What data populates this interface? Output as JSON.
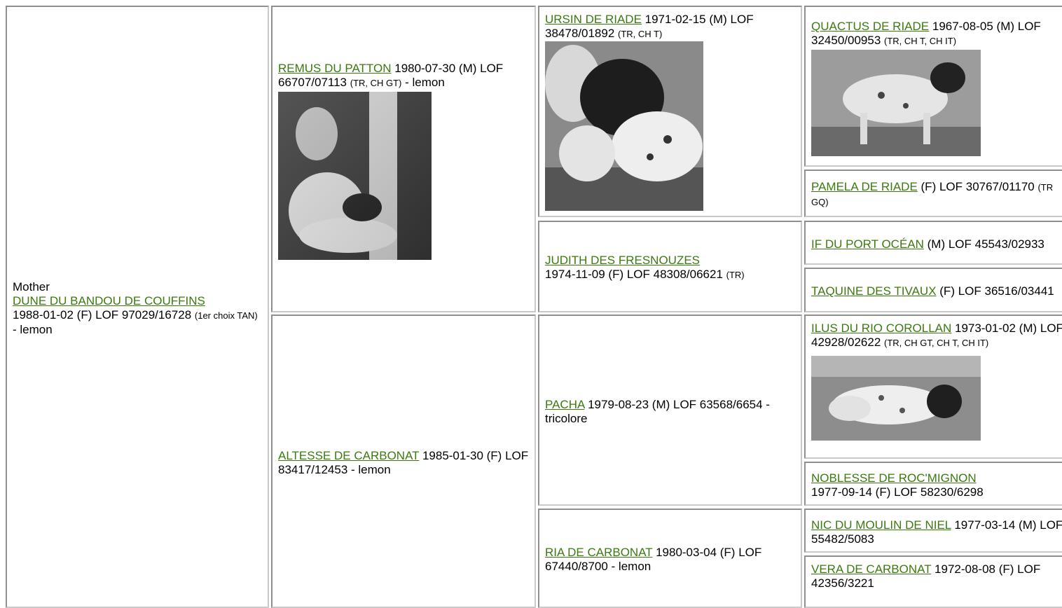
{
  "colors": {
    "link": "#3a7a0e",
    "border": "#8f8f8f"
  },
  "mother": {
    "label": "Mother",
    "name": "DUNE DU BANDOU DE COUFFINS",
    "info": " 1988-01-02 (F) LOF 97029/16728 ",
    "titles": "(1er choix TAN)",
    "color": " - lemon"
  },
  "dogs": {
    "remus": {
      "name": "REMUS DU PATTON",
      "info": " 1980-07-30 (M) LOF 66707/07113 ",
      "titles": "(TR, CH GT)",
      "color": " - lemon",
      "photo": "photo-icon"
    },
    "altesse": {
      "name": "ALTESSE DE CARBONAT",
      "info": " 1985-01-30 (F) LOF 83417/12453 - lemon"
    },
    "ursin": {
      "name": "URSIN DE RIADE",
      "info": " 1971-02-15 (M) LOF 38478/01892 ",
      "titles": "(TR, CH T)",
      "photo": "photo-icon"
    },
    "judith": {
      "name": "JUDITH DES FRESNOUZES",
      "info": " 1974-11-09 (F) LOF 48308/06621 ",
      "titles": "(TR)"
    },
    "pacha": {
      "name": "PACHA",
      "info": " 1979-08-23 (M) LOF 63568/6654 - tricolore"
    },
    "ria": {
      "name": "RIA DE CARBONAT",
      "info": " 1980-03-04 (F) LOF 67440/8700 - lemon"
    },
    "quactus": {
      "name": "QUACTUS DE RIADE",
      "info": " 1967-08-05 (M) LOF 32450/00953 ",
      "titles": "(TR, CH T, CH IT)",
      "photo": "photo-icon"
    },
    "pamela": {
      "name": "PAMELA DE RIADE",
      "info": " (F) LOF 30767/01170 ",
      "titles": "(TR GQ)"
    },
    "if": {
      "name": "IF DU PORT OCÉAN",
      "info": " (M) LOF 45543/02933"
    },
    "taquine": {
      "name": "TAQUINE DES TIVAUX",
      "info": " (F) LOF 36516/03441"
    },
    "ilus": {
      "name": "ILUS DU RIO COROLLAN",
      "info": " 1973-01-02 (M) LOF 42928/02622 ",
      "titles": "(TR, CH GT, CH T, CH IT)",
      "photo": "photo-icon"
    },
    "noblesse": {
      "name": "NOBLESSE DE ROC'MIGNON",
      "info": " 1977-09-14 (F) LOF 58230/6298"
    },
    "nic": {
      "name": "NIC DU MOULIN DE NIEL",
      "info": " 1977-03-14 (M) LOF 55482/5083"
    },
    "vera": {
      "name": "VERA DE CARBONAT",
      "info": " 1972-08-08 (F) LOF 42356/3221"
    }
  }
}
